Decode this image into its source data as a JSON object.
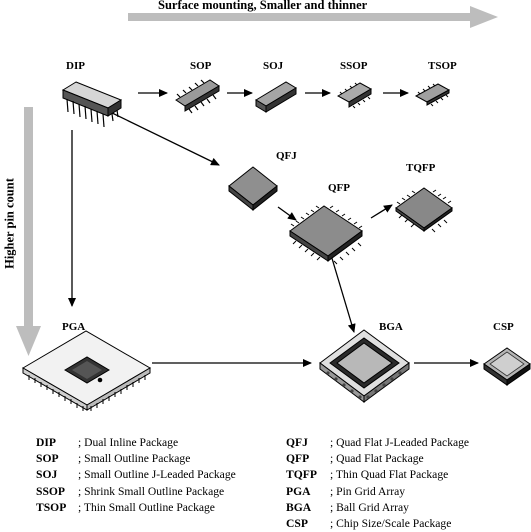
{
  "axes": {
    "horizontal": "Surface mounting, Smaller and thinner",
    "vertical": "Higher pin count"
  },
  "packages": {
    "dip": "DIP",
    "sop": "SOP",
    "soj": "SOJ",
    "ssop": "SSOP",
    "tsop": "TSOP",
    "qfj": "QFJ",
    "qfp": "QFP",
    "tqfp": "TQFP",
    "pga": "PGA",
    "bga": "BGA",
    "csp": "CSP"
  },
  "legend_left": [
    {
      "abbr": "DIP",
      "def": "; Dual Inline Package"
    },
    {
      "abbr": "SOP",
      "def": "; Small Outline Package"
    },
    {
      "abbr": "SOJ",
      "def": "; Small Outline J-Leaded Package"
    },
    {
      "abbr": "SSOP",
      "def": "; Shrink Small Outline Package"
    },
    {
      "abbr": "TSOP",
      "def": "; Thin Small Outline Package"
    }
  ],
  "legend_right": [
    {
      "abbr": "QFJ",
      "def": "; Quad Flat J-Leaded Package"
    },
    {
      "abbr": "QFP",
      "def": "; Quad Flat Package"
    },
    {
      "abbr": "TQFP",
      "def": "; Thin Quad Flat Package"
    },
    {
      "abbr": "PGA",
      "def": "; Pin Grid Array"
    },
    {
      "abbr": "BGA",
      "def": "; Ball Grid Array"
    },
    {
      "abbr": "CSP",
      "def": "; Chip Size/Scale Package"
    }
  ]
}
